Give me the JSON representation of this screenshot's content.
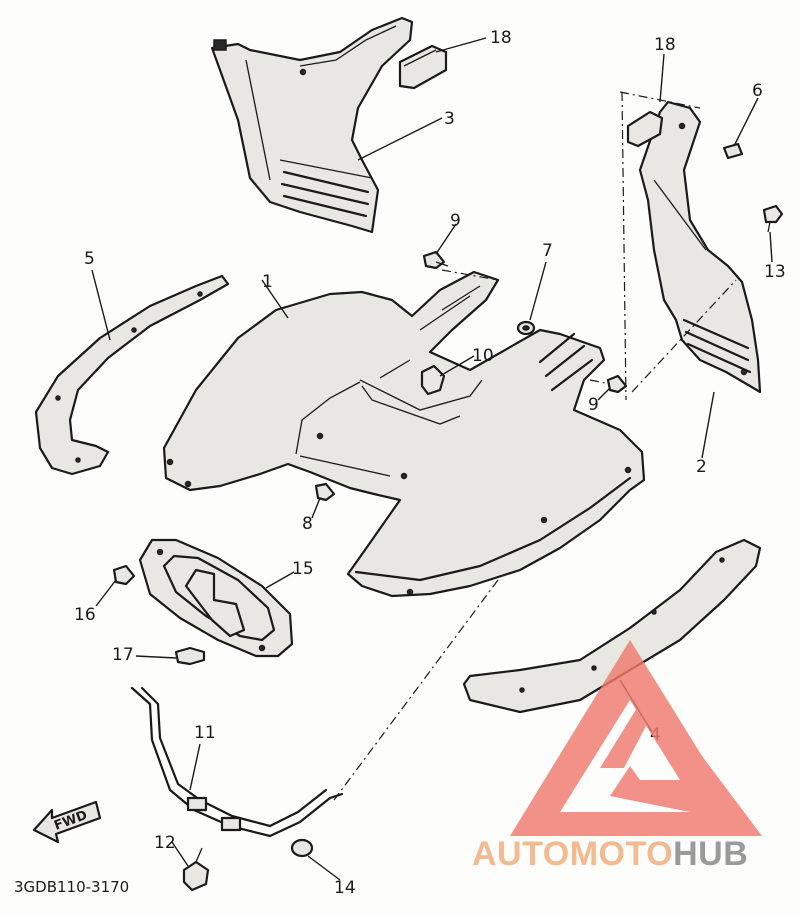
{
  "diagram": {
    "callouts": [
      "1",
      "2",
      "3",
      "4",
      "5",
      "6",
      "7",
      "8",
      "9",
      "9",
      "10",
      "11",
      "12",
      "13",
      "14",
      "15",
      "16",
      "17",
      "18",
      "18"
    ],
    "drawing_code": "3GDB110-3170",
    "forward_arrow": "FWD"
  },
  "watermark": {
    "part1": "AUTO",
    "part2": "MOTO",
    "part3": "HUB",
    "color_accent": "#f07a6e",
    "color_text_orange": "#f3b98f",
    "color_text_gray": "#9a9a9a"
  }
}
